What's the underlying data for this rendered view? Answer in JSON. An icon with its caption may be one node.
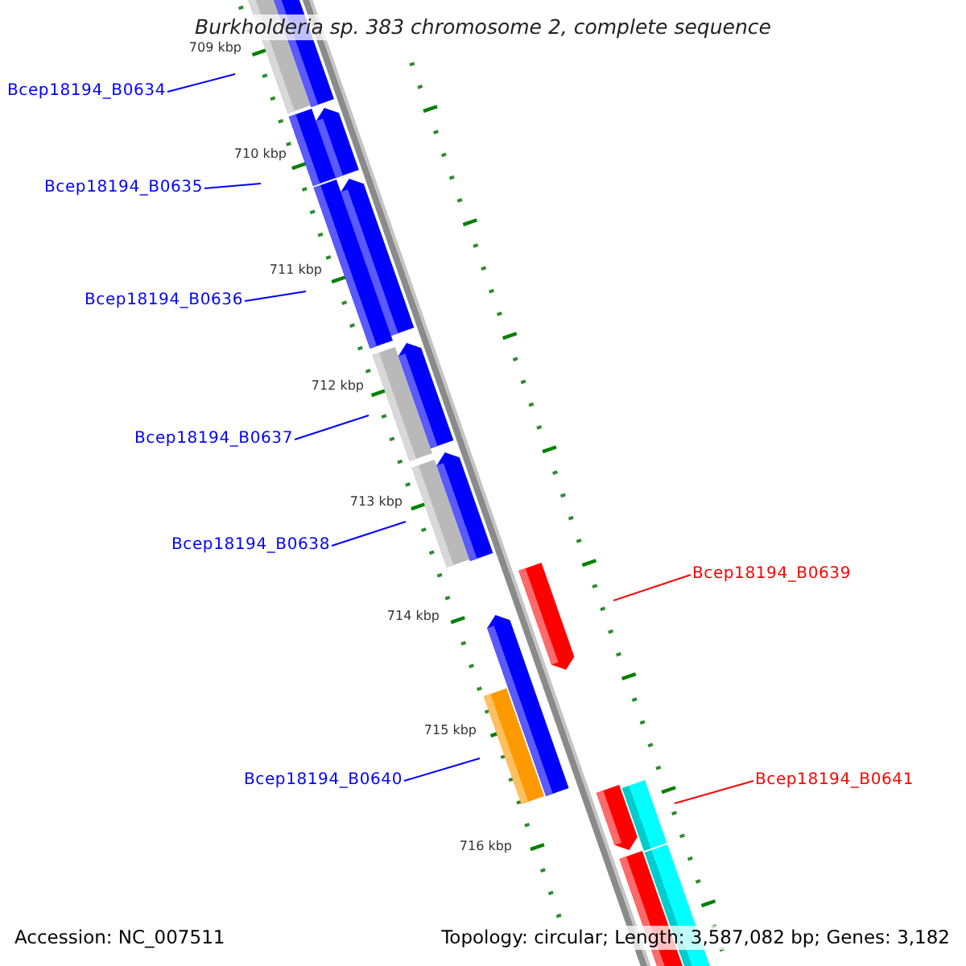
{
  "diagram": {
    "title": "Burkholderia sp. 383 chromosome 2, complete sequence",
    "nodes": [
      {
        "text": [
          "Bcep18194_B0634"
        ]
      },
      {
        "text": [
          "Bcep18194_B0635"
        ]
      },
      {
        "text": [
          "Bcep18194_B0636"
        ]
      },
      {
        "text": [
          "Bcep18194_B0637"
        ]
      },
      {
        "text": [
          "Bcep18194_B0638"
        ]
      },
      {
        "text": [
          "Bcep18194_B0639"
        ]
      },
      {
        "text": [
          "Bcep18194_B0640"
        ]
      },
      {
        "text": [
          "Bcep18194_B0641"
        ]
      }
    ],
    "edges": [
      {
        "from": 0,
        "to": null,
        "arrow": "none"
      },
      {
        "from": 1,
        "to": null,
        "arrow": "none"
      },
      {
        "from": 2,
        "to": null,
        "arrow": "none"
      },
      {
        "from": 3,
        "to": null,
        "arrow": "none"
      },
      {
        "from": 4,
        "to": null,
        "arrow": "none"
      },
      {
        "from": 5,
        "to": null,
        "arrow": "none",
        "color": "#ff0000"
      },
      {
        "from": 6,
        "to": null,
        "arrow": "none"
      },
      {
        "from": 7,
        "to": null,
        "arrow": "none",
        "color": "#ff0000"
      }
    ],
    "labels": [
      "709 kbp",
      "710 kbp",
      "711 kbp",
      "712 kbp",
      "713 kbp",
      "714 kbp",
      "715 kbp",
      "716 kbp",
      "Accession: NC_007511",
      "Topology: circular; Length: 3,587,082 bp; Genes: 3,182"
    ]
  }
}
